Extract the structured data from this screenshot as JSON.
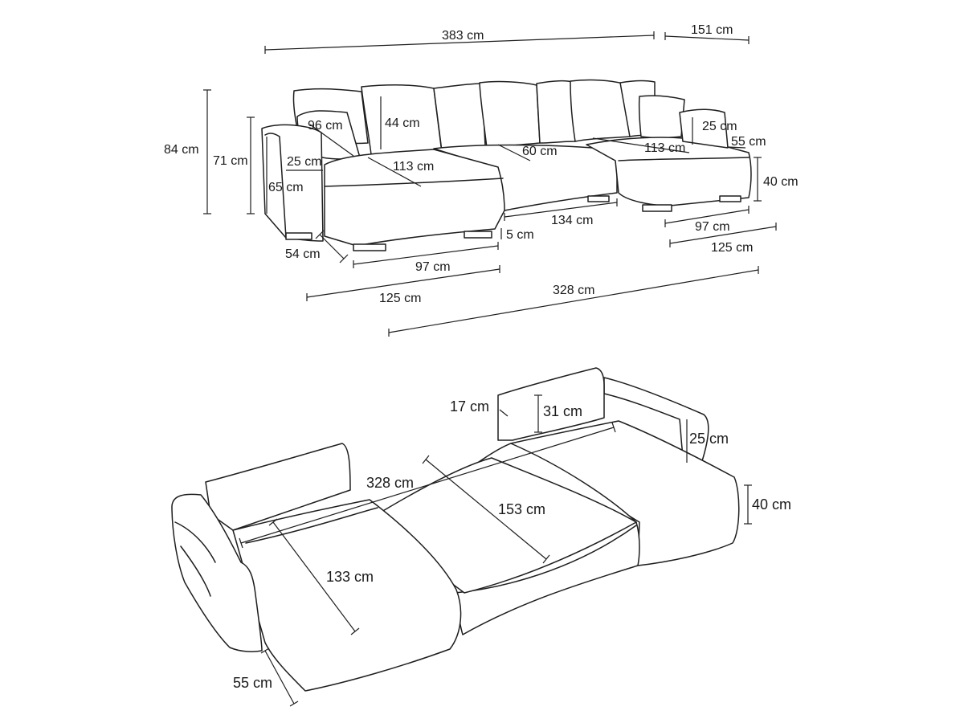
{
  "top_view": {
    "total_length": "383 cm",
    "chaise_depth_top": "151 cm",
    "total_height": "84 cm",
    "back_height": "71 cm",
    "armrest_height": "65 cm",
    "armrest_width": "25 cm",
    "armrest_depth": "54 cm",
    "cushion_diag": "96 cm",
    "back_cushion_height": "44 cm",
    "seat_depth_left": "113 cm",
    "middle_seat_depth": "60 cm",
    "seat_depth_right": "113 cm",
    "right_armrest_width": "25 cm",
    "right_armrest_depth": "55 cm",
    "seat_height": "40 cm",
    "middle_width": "134 cm",
    "leg_height": "5 cm",
    "left_chaise_width": "97 cm",
    "left_chaise_total": "125 cm",
    "right_chaise_width": "97 cm",
    "right_chaise_total": "125 cm",
    "seat_width_total": "328 cm"
  },
  "bed_view": {
    "back_depth": "17 cm",
    "back_height": "31 cm",
    "arm_height": "25 cm",
    "seat_height": "40 cm",
    "bed_width": "328 cm",
    "bed_length_middle": "153 cm",
    "bed_length_left": "133 cm",
    "arm_depth": "55 cm"
  }
}
